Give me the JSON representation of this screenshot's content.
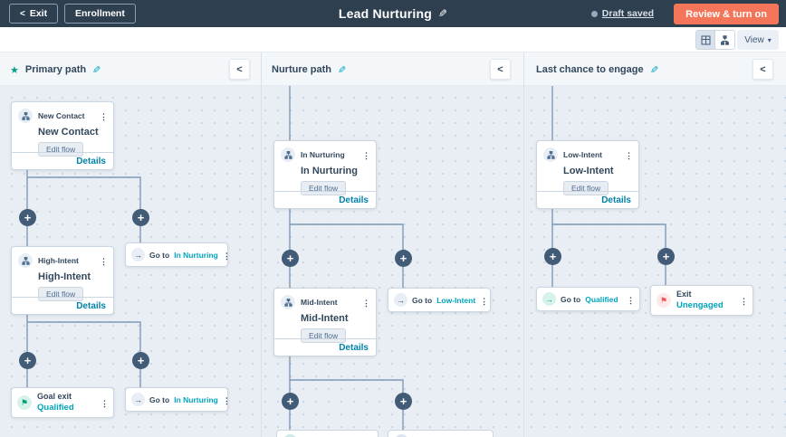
{
  "header": {
    "exit_label": "Exit",
    "enrollment_label": "Enrollment",
    "title": "Lead Nurturing",
    "draft_status": "Draft saved",
    "review_button": "Review & turn on"
  },
  "toolbar": {
    "view_label": "View"
  },
  "columns": [
    {
      "title": "Primary path"
    },
    {
      "title": "Nurture path"
    },
    {
      "title": "Last chance to engage"
    }
  ],
  "cards": {
    "new_contact": {
      "label": "New Contact",
      "title": "New Contact",
      "edit_label": "Edit flow",
      "details_label": "Details"
    },
    "high_intent": {
      "label": "High-Intent",
      "title": "High-Intent",
      "edit_label": "Edit flow",
      "details_label": "Details"
    },
    "in_nurturing": {
      "label": "In Nurturing",
      "title": "In Nurturing",
      "edit_label": "Edit flow",
      "details_label": "Details"
    },
    "mid_intent": {
      "label": "Mid-Intent",
      "title": "Mid-Intent",
      "edit_label": "Edit flow",
      "details_label": "Details"
    },
    "low_intent": {
      "label": "Low-Intent",
      "title": "Low-Intent",
      "edit_label": "Edit flow",
      "details_label": "Details"
    },
    "goto_in_nurturing_1": {
      "prefix": "Go to",
      "target": "In Nurturing"
    },
    "goto_in_nurturing_2": {
      "prefix": "Go to",
      "target": "In Nurturing"
    },
    "goto_low_intent": {
      "prefix": "Go to",
      "target": "Low-Intent"
    },
    "goto_qualified": {
      "prefix": "Go to",
      "target": "Qualified"
    },
    "goal_exit": {
      "label": "Goal exit",
      "target": "Qualified"
    },
    "exit_unengaged": {
      "label": "Exit",
      "target": "Unengaged"
    }
  },
  "colors": {
    "header_navy": "#2e3f50",
    "accent_orange": "#f4765a",
    "link_teal": "#00a4bd",
    "details_blue": "#0082a8",
    "goal_green": "#00a077",
    "exit_red": "#f2545b"
  }
}
